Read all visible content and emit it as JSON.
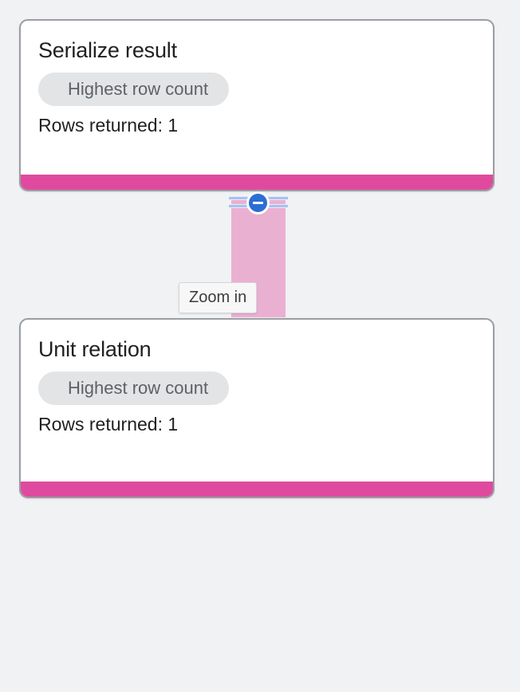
{
  "canvas": {
    "background_color": "#f1f2f4"
  },
  "nodes": [
    {
      "id": "serialize-result",
      "title": "Serialize result",
      "badge": "Highest row count",
      "detail": "Rows returned: 1",
      "accent_color": "#e04a9e"
    },
    {
      "id": "unit-relation",
      "title": "Unit relation",
      "badge": "Highest row count",
      "detail": "Rows returned: 1",
      "accent_color": "#e04a9e"
    }
  ],
  "edge": {
    "color": "#eab0d2",
    "line_color": "#aac0ee",
    "collapse_button": {
      "icon": "minus-circle-icon",
      "color": "#2c6ed5"
    }
  },
  "tooltip": {
    "label": "Zoom in"
  }
}
